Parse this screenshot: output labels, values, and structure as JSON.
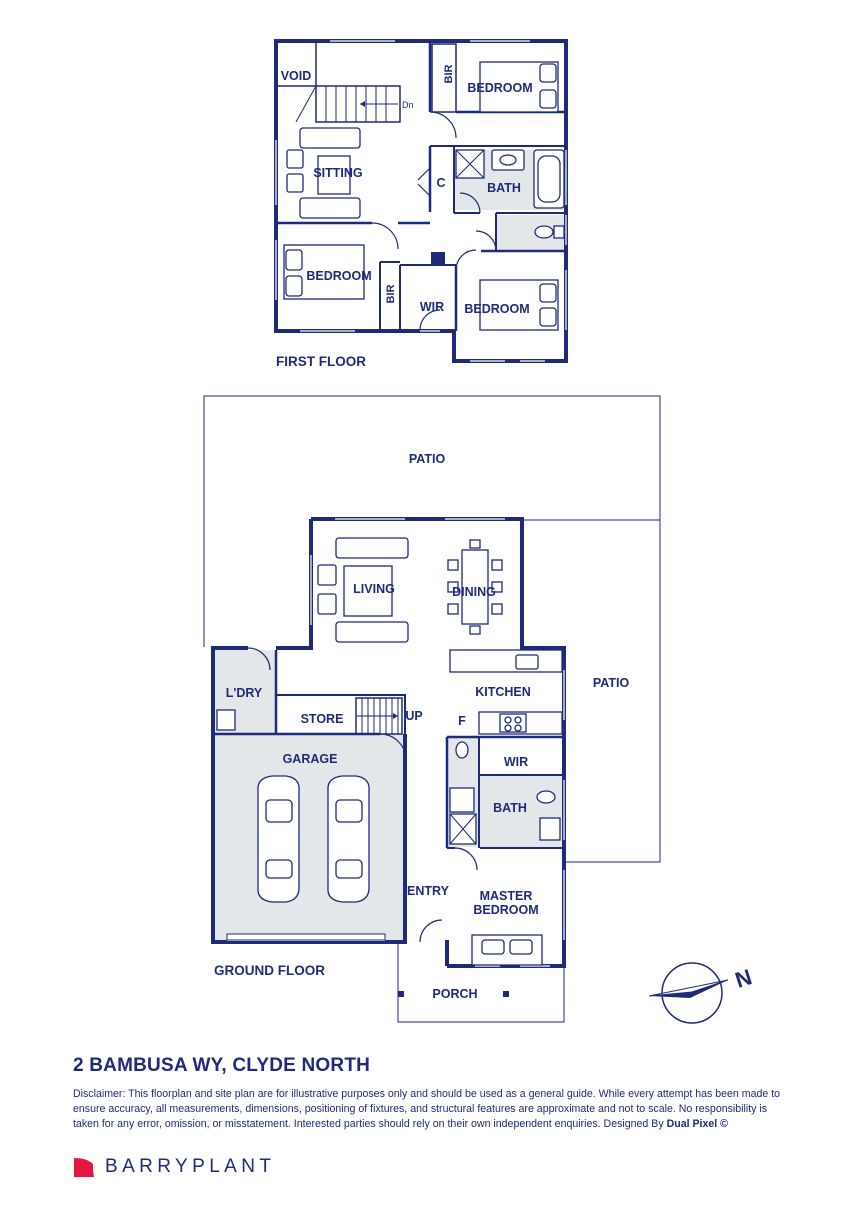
{
  "floor_titles": {
    "first": "FIRST FLOOR",
    "ground": "GROUND FLOOR"
  },
  "first_floor": {
    "void": "VOID",
    "stair_dn": "Dn",
    "sitting": "SITTING",
    "bir_top": "BIR",
    "bedroom_top_right": "BEDROOM",
    "c": "C",
    "bath": "BATH",
    "bedroom_left": "BEDROOM",
    "bir_bottom": "BIR",
    "wir": "WIR",
    "bedroom_bottom_right": "BEDROOM"
  },
  "ground_floor": {
    "patio_top": "PATIO",
    "patio_right": "PATIO",
    "living": "LIVING",
    "dining": "DINING",
    "kitchen": "KITCHEN",
    "laundry": "L'DRY",
    "store": "STORE",
    "stair_up": "UP",
    "f": "F",
    "garage": "GARAGE",
    "wir": "WIR",
    "bath": "BATH",
    "entry": "ENTRY",
    "master_line1": "MASTER",
    "master_line2": "BEDROOM",
    "porch": "PORCH"
  },
  "address": "2 BAMBUSA WY, CLYDE NORTH",
  "disclaimer": {
    "text": "Disclaimer: This floorplan and site plan are for illustrative purposes only and should be used as a general guide. While every attempt has been made to ensure accuracy, all measurements, dimensions, positioning of fixtures, and structural features are approximate and not to scale. No responsibility is taken for any error, omission, or misstatement. Interested parties should rely on their own independent enquiries. Designed By ",
    "designer": "Dual Pixel ©"
  },
  "brand": {
    "name": "BARRYPLANT"
  },
  "compass": {
    "north_letter": "N"
  },
  "colors": {
    "wall": "#1f2a7a",
    "wet_area": "#e4e7e9",
    "accent": "#e5173f",
    "background": "#ffffff"
  }
}
